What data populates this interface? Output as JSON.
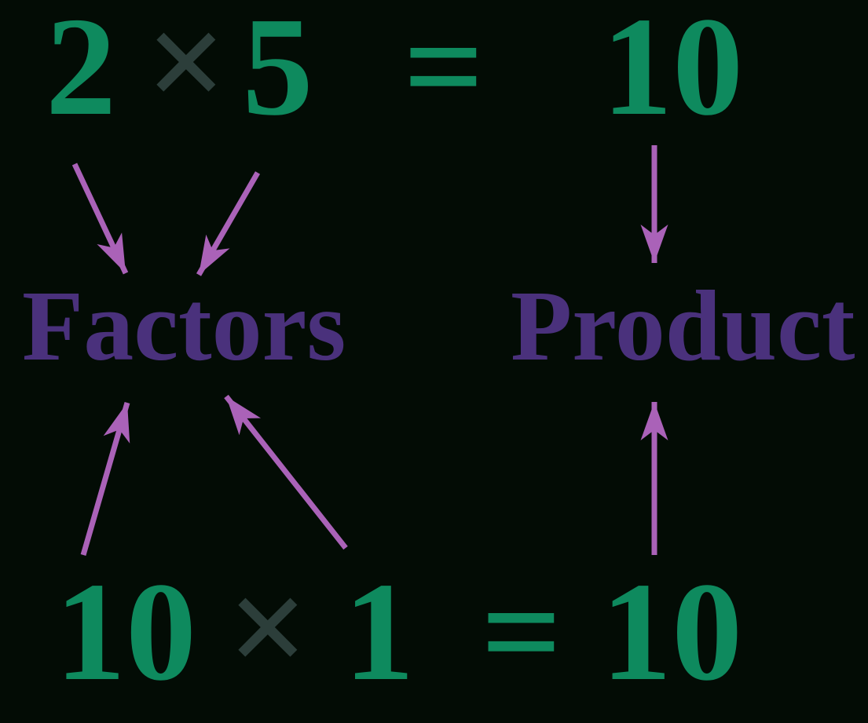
{
  "colors": {
    "background": "#030c05",
    "number_green": "#0e8a5e",
    "multiply_dark": "#2c3e3a",
    "label_purple": "#4a317c",
    "arrow_orchid": "#aa62b8"
  },
  "equations": {
    "top": {
      "factor1": "2",
      "times": "×",
      "factor2": "5",
      "equals": "=",
      "result": "10"
    },
    "bottom": {
      "factor1": "10",
      "times": "×",
      "factor2": "1",
      "equals": "=",
      "result": "10"
    }
  },
  "labels": {
    "factors": "Factors",
    "product": "Product"
  }
}
